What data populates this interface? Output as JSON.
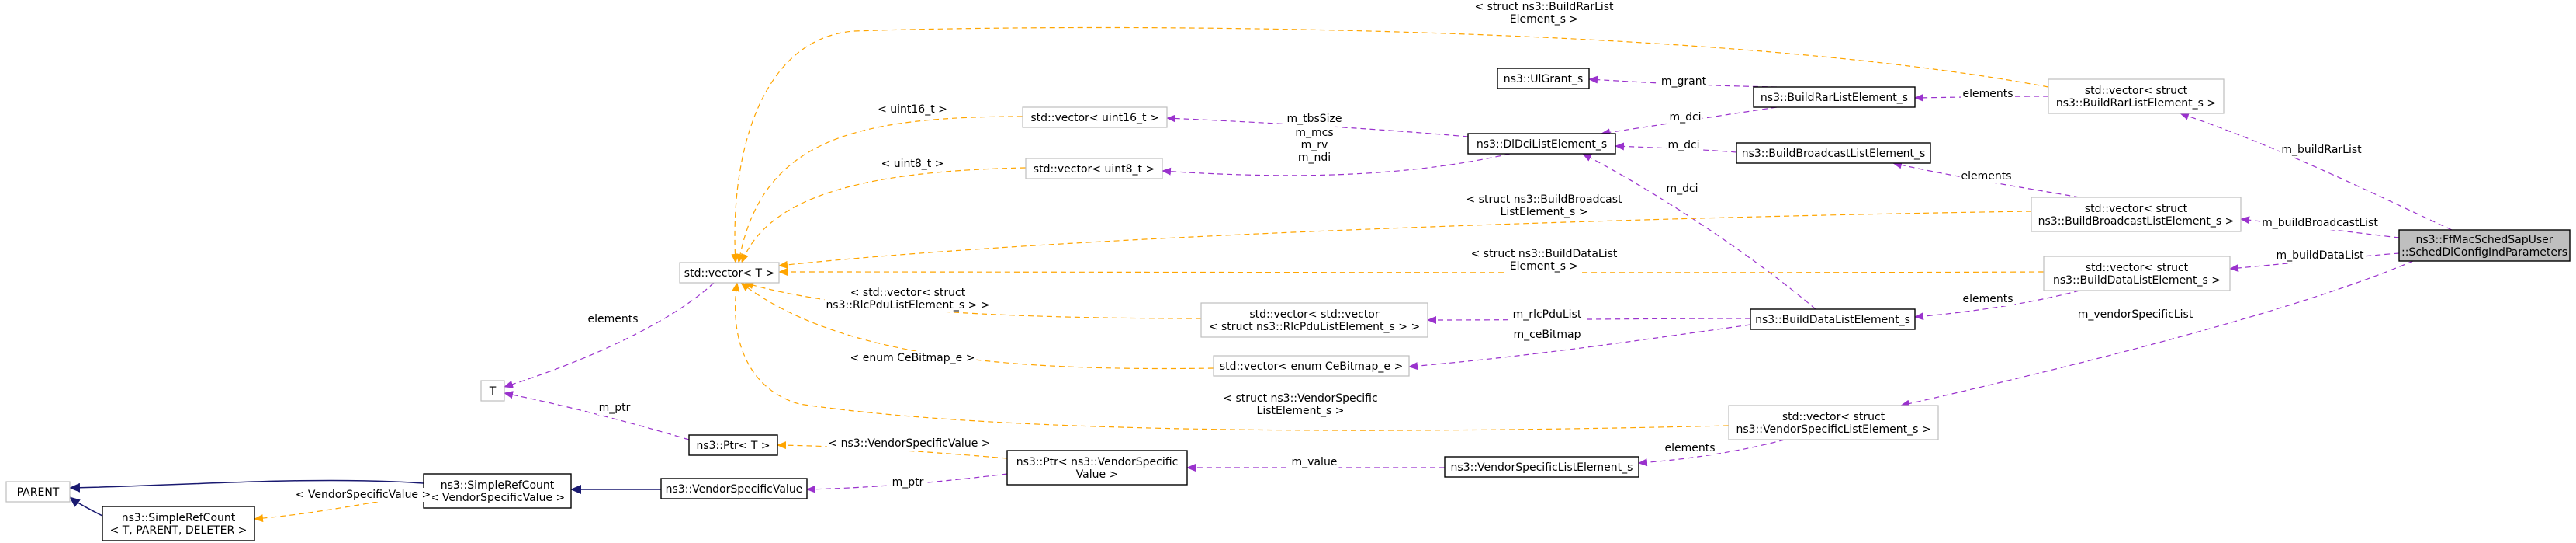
{
  "nodes": {
    "focus": [
      "ns3::FfMacSchedSapUser",
      "::SchedDlConfigIndParameters"
    ],
    "vec_rar": [
      "std::vector< struct",
      "ns3::BuildRarListElement_s >"
    ],
    "vec_bcast": [
      "std::vector< struct",
      "ns3::BuildBroadcastListElement_s >"
    ],
    "vec_data": [
      "std::vector< struct",
      "ns3::BuildDataListElement_s >"
    ],
    "vec_vendor": [
      "std::vector< struct",
      "ns3::VendorSpecificListElement_s >"
    ],
    "rar_elem": [
      "ns3::BuildRarListElement_s"
    ],
    "ulgrant": [
      "ns3::UlGrant_s"
    ],
    "dci_elem": [
      "ns3::DlDciListElement_s"
    ],
    "bcast_elem": [
      "ns3::BuildBroadcastListElement_s"
    ],
    "data_elem": [
      "ns3::BuildDataListElement_s"
    ],
    "vendor_elem": [
      "ns3::VendorSpecificListElement_s"
    ],
    "vec_u16": [
      "std::vector< uint16_t >"
    ],
    "vec_u8": [
      "std::vector< uint8_t >"
    ],
    "vec_vec_rlc": [
      "std::vector< std::vector",
      "< struct ns3::RlcPduListElement_s > >"
    ],
    "vec_enum": [
      "std::vector< enum CeBitmap_e >"
    ],
    "vec_t": [
      "std::vector< T >"
    ],
    "t": [
      "T"
    ],
    "ptr_t": [
      "ns3::Ptr< T >"
    ],
    "ptr_vendor": [
      "ns3::Ptr< ns3::VendorSpecific",
      "Value >"
    ],
    "vendor_value": [
      "ns3::VendorSpecificValue"
    ],
    "src_vendor": [
      "ns3::SimpleRefCount",
      "< VendorSpecificValue >"
    ],
    "src_generic": [
      "ns3::SimpleRefCount",
      "< T, PARENT, DELETER >"
    ],
    "parent": [
      "PARENT"
    ]
  },
  "edge_labels": {
    "m_buildRarList": [
      "m_buildRarList"
    ],
    "m_buildBroadcastList": [
      "m_buildBroadcastList"
    ],
    "m_buildDataList": [
      "m_buildDataList"
    ],
    "m_vendorSpecificList": [
      "m_vendorSpecificList"
    ],
    "elements_rar": [
      "elements"
    ],
    "elements_bcast": [
      "elements"
    ],
    "elements_data": [
      "elements"
    ],
    "elements_vendor": [
      "elements"
    ],
    "elements_t": [
      "elements"
    ],
    "m_grant": [
      "m_grant"
    ],
    "m_dci_rar": [
      "m_dci"
    ],
    "m_dci_bcast": [
      "m_dci"
    ],
    "m_dci_data": [
      "m_dci"
    ],
    "m_tbsSize": [
      "m_tbsSize"
    ],
    "m_mcs_rv_ndi": [
      "m_mcs",
      "m_rv",
      "m_ndi"
    ],
    "m_rlcPduList": [
      "m_rlcPduList"
    ],
    "m_ceBitmap": [
      "m_ceBitmap"
    ],
    "m_value": [
      "m_value"
    ],
    "m_ptr_vendor": [
      "m_ptr"
    ],
    "m_ptr_t": [
      "m_ptr"
    ],
    "t_rar": [
      "< struct ns3::BuildRarList",
      "Element_s >"
    ],
    "t_u16": [
      "< uint16_t >"
    ],
    "t_u8": [
      "< uint8_t >"
    ],
    "t_bcast": [
      "< struct ns3::BuildBroadcast",
      "ListElement_s >"
    ],
    "t_data": [
      "< struct ns3::BuildDataList",
      "Element_s >"
    ],
    "t_rlc": [
      "< std::vector< struct",
      "ns3::RlcPduListElement_s > >"
    ],
    "t_enum": [
      "< enum CeBitmap_e >"
    ],
    "t_vendorlist": [
      "< struct ns3::VendorSpecific",
      "ListElement_s >"
    ],
    "t_vendorvalue": [
      "< ns3::VendorSpecificValue >"
    ],
    "t_src": [
      "< VendorSpecificValue >"
    ]
  },
  "colors": {
    "member_edge": "#9a32cd",
    "template_edge": "#ffa500",
    "inherit_edge": "#191970",
    "focus_fill": "#bfbfbf"
  }
}
